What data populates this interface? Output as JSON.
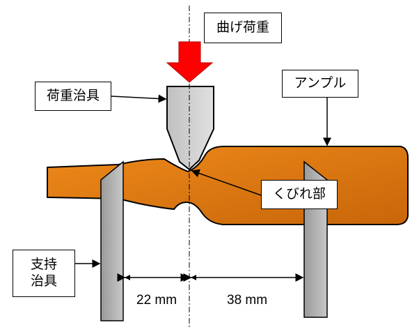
{
  "labels": {
    "bending_load": "曲げ荷重",
    "load_jig": "荷重治具",
    "ampoule": "アンプル",
    "neck": "くびれ部",
    "support_jig_line1": "支持",
    "support_jig_line2": "治具"
  },
  "dimensions": {
    "left": "22 mm",
    "right": "38 mm"
  },
  "colors": {
    "arrow": "#FF0000",
    "ampoule": "#E07A10",
    "jig": "#B0B0B0"
  }
}
